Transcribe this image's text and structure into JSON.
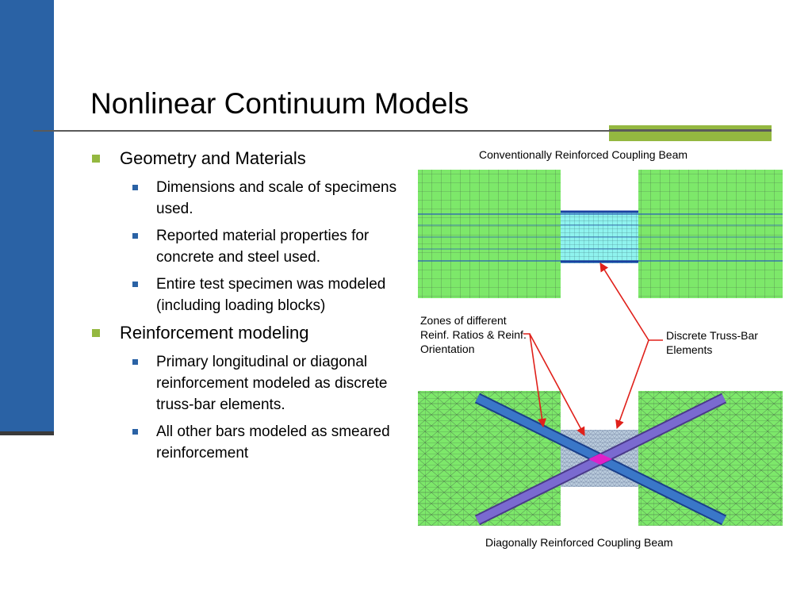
{
  "slide": {
    "title": "Nonlinear Continuum Models",
    "accent_color": "#94b840",
    "sidebar_color": "#2a62a5"
  },
  "bullets": [
    {
      "label": "Geometry and Materials",
      "sub": [
        "Dimensions and scale of specimens used.",
        "Reported material properties for concrete and steel used.",
        "Entire test specimen was modeled (including loading blocks)"
      ]
    },
    {
      "label": "Reinforcement modeling",
      "sub": [
        "Primary longitudinal or diagonal reinforcement modeled as discrete truss-bar elements.",
        "All other bars modeled as smeared reinforcement"
      ]
    }
  ],
  "figure": {
    "top_caption": "Conventionally Reinforced Coupling Beam",
    "bottom_caption": "Diagonally Reinforced Coupling Beam",
    "zones_note": "Zones of different Reinf. Ratios & Reinf. Orientation",
    "truss_note": "Discrete Truss-Bar Elements",
    "block_color": "#7de86a",
    "beam_color": "#8ff3ee",
    "mesh_color": "#5a7a5a",
    "bar_color": "#2a5fb8",
    "arrow_color": "#e0201a"
  }
}
